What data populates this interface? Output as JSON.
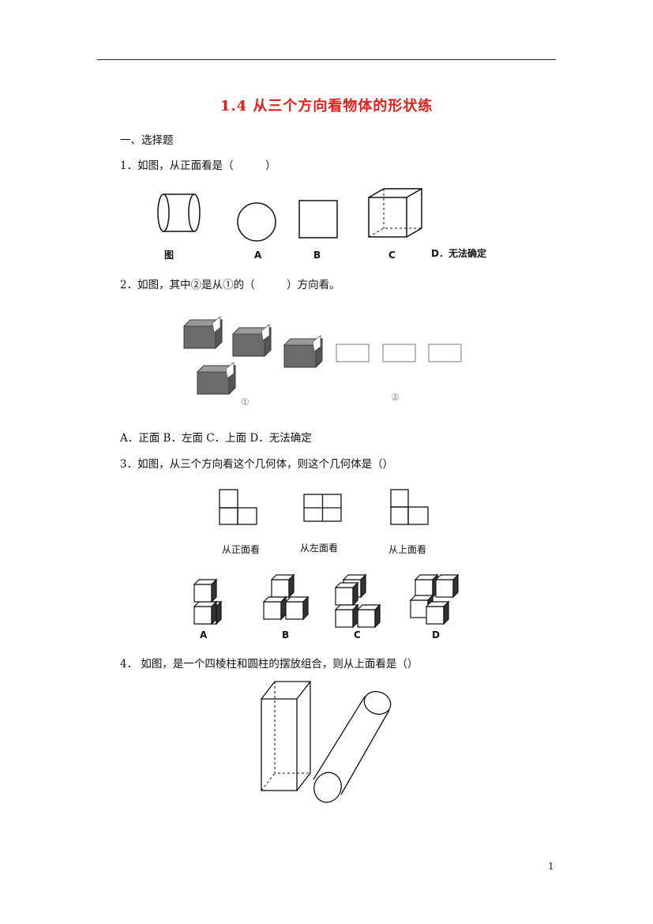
{
  "header": {
    "title": "1.4 从三个方向看物体的形状练"
  },
  "section": {
    "heading": "一、选择题"
  },
  "q1": {
    "text": "1．如图，从正面看是（　　　）",
    "labels": {
      "fig": "图",
      "a": "A",
      "b": "B",
      "c": "C",
      "d": "D．无法确定"
    }
  },
  "q2": {
    "text": "2．如图，其中②是从①的（　　　）方向看。",
    "mark1": "①",
    "mark2": "②",
    "options": "A．正面 B．左面 C．上面 D．无法确定"
  },
  "q3": {
    "text": "3．如图，从三个方向看这个几何体，则这个几何体是（）",
    "views": {
      "front": "从正面看",
      "left": "从左面看",
      "top": "从上面看"
    },
    "options": {
      "a": "A",
      "b": "B",
      "c": "C",
      "d": "D"
    }
  },
  "q4": {
    "text": "4． 如图，是一个四棱柱和圆柱的摆放组合，则从上面看是（）"
  },
  "footer": {
    "page": "1"
  }
}
